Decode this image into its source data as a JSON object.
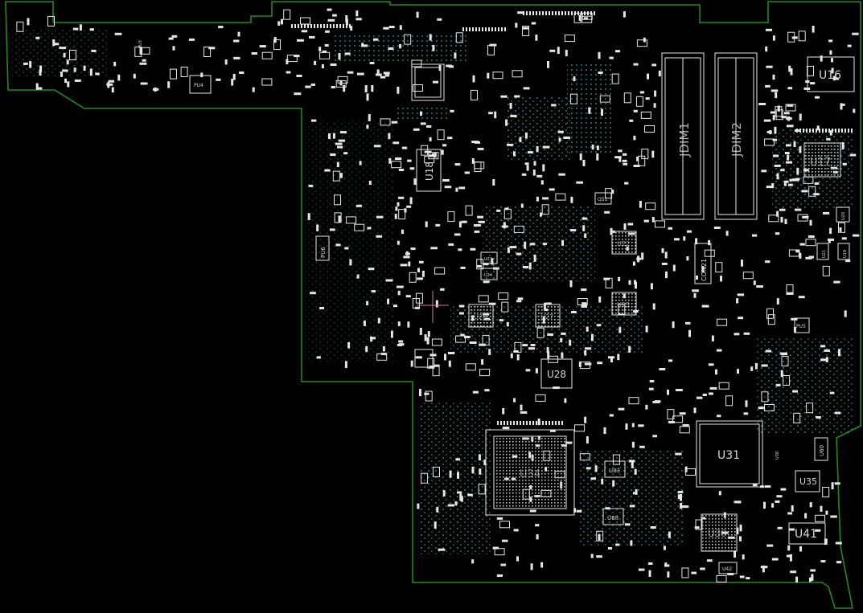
{
  "colors": {
    "background": "#000000",
    "outline": "#1f8a1f",
    "silkscreen": "#e6e6e6",
    "via": "#2fb7b7",
    "cursor": "#d07aa8"
  },
  "components": {
    "U16": "U16",
    "U17": "U17",
    "U18": "U18",
    "U22": "U22",
    "U23": "U23",
    "U24": "U24",
    "U25": "U25",
    "U26": "U26",
    "U27": "U27",
    "U28": "U28",
    "U31": "U31",
    "U34": "U34",
    "U35": "U35",
    "U38": "U38",
    "U39": "U39",
    "U41": "U41",
    "U42": "U42",
    "U60": "U60",
    "U83": "U83",
    "U88": "U88",
    "JDIM1": "JDIM1",
    "JDIM2": "JDIM2",
    "CON21": "CON21",
    "PU4": "PU4",
    "PU6": "PU6",
    "PU5": "PU5",
    "Q51": "Q51",
    "U21": "U21",
    "U19": "U19",
    "U20": "U20",
    "PU3": "PU3"
  }
}
